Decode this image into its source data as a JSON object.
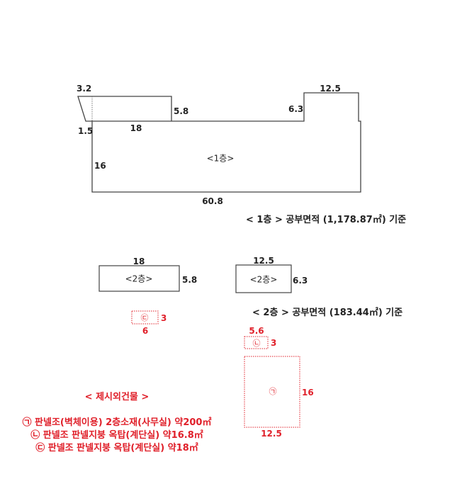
{
  "colors": {
    "outline": "#333333",
    "annex": "#e0202a",
    "text": "#222222"
  },
  "floor1": {
    "room_label": "<1층>",
    "dims": {
      "trapezoid_top": "3.2",
      "trapezoid_bottom": "1.5",
      "annex_height": "5.8",
      "annex_width": "18",
      "left_height": "16",
      "bottom_width": "60.8",
      "right_step_height": "6.3",
      "right_step_width": "12.5"
    },
    "caption": "< 1층 > 공부면적 (1,178.87㎡) 기준"
  },
  "floor2": {
    "left_box": {
      "room_label": "<2층>",
      "width": "18",
      "height": "5.8"
    },
    "right_box": {
      "room_label": "<2층>",
      "width": "12.5",
      "height": "6.3"
    },
    "caption": "< 2층 > 공부면적 (183.44㎡) 기준"
  },
  "annexes": [
    {
      "marker": "㉠",
      "width": "12.5",
      "height": "16"
    },
    {
      "marker": "㉡",
      "width": "5.6",
      "height": "3"
    },
    {
      "marker": "㉢",
      "width": "6",
      "height": "3"
    }
  ],
  "legend": {
    "title": "< 제시외건물 >",
    "items": [
      "㉠ 판넬조(벽체이용) 2층소재(사무실) 약200㎡",
      "㉡ 판넬조 판넬지붕 옥탑(계단실) 약16.8㎡",
      "㉢ 판넬조 판넬지붕 옥탑(계단실) 약18㎡"
    ]
  }
}
